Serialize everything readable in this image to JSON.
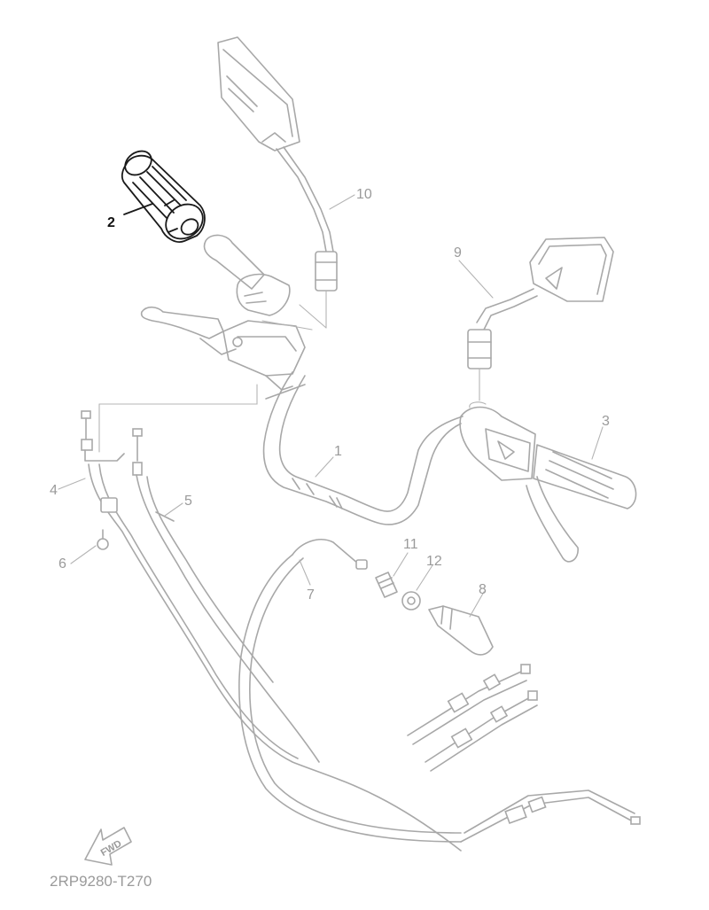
{
  "diagram": {
    "code": "2RP9280-T270",
    "fwd_label": "FWD",
    "callouts": [
      {
        "id": "c1",
        "text": "1"
      },
      {
        "id": "c2",
        "text": "2"
      },
      {
        "id": "c3",
        "text": "3"
      },
      {
        "id": "c4",
        "text": "4"
      },
      {
        "id": "c5",
        "text": "5"
      },
      {
        "id": "c6",
        "text": "6"
      },
      {
        "id": "c7",
        "text": "7"
      },
      {
        "id": "c8",
        "text": "8"
      },
      {
        "id": "c9",
        "text": "9"
      },
      {
        "id": "c10",
        "text": "10"
      },
      {
        "id": "c11",
        "text": "11"
      },
      {
        "id": "c12",
        "text": "12"
      }
    ],
    "highlight_color": "#111111",
    "line_color": "#a8a8a8"
  }
}
